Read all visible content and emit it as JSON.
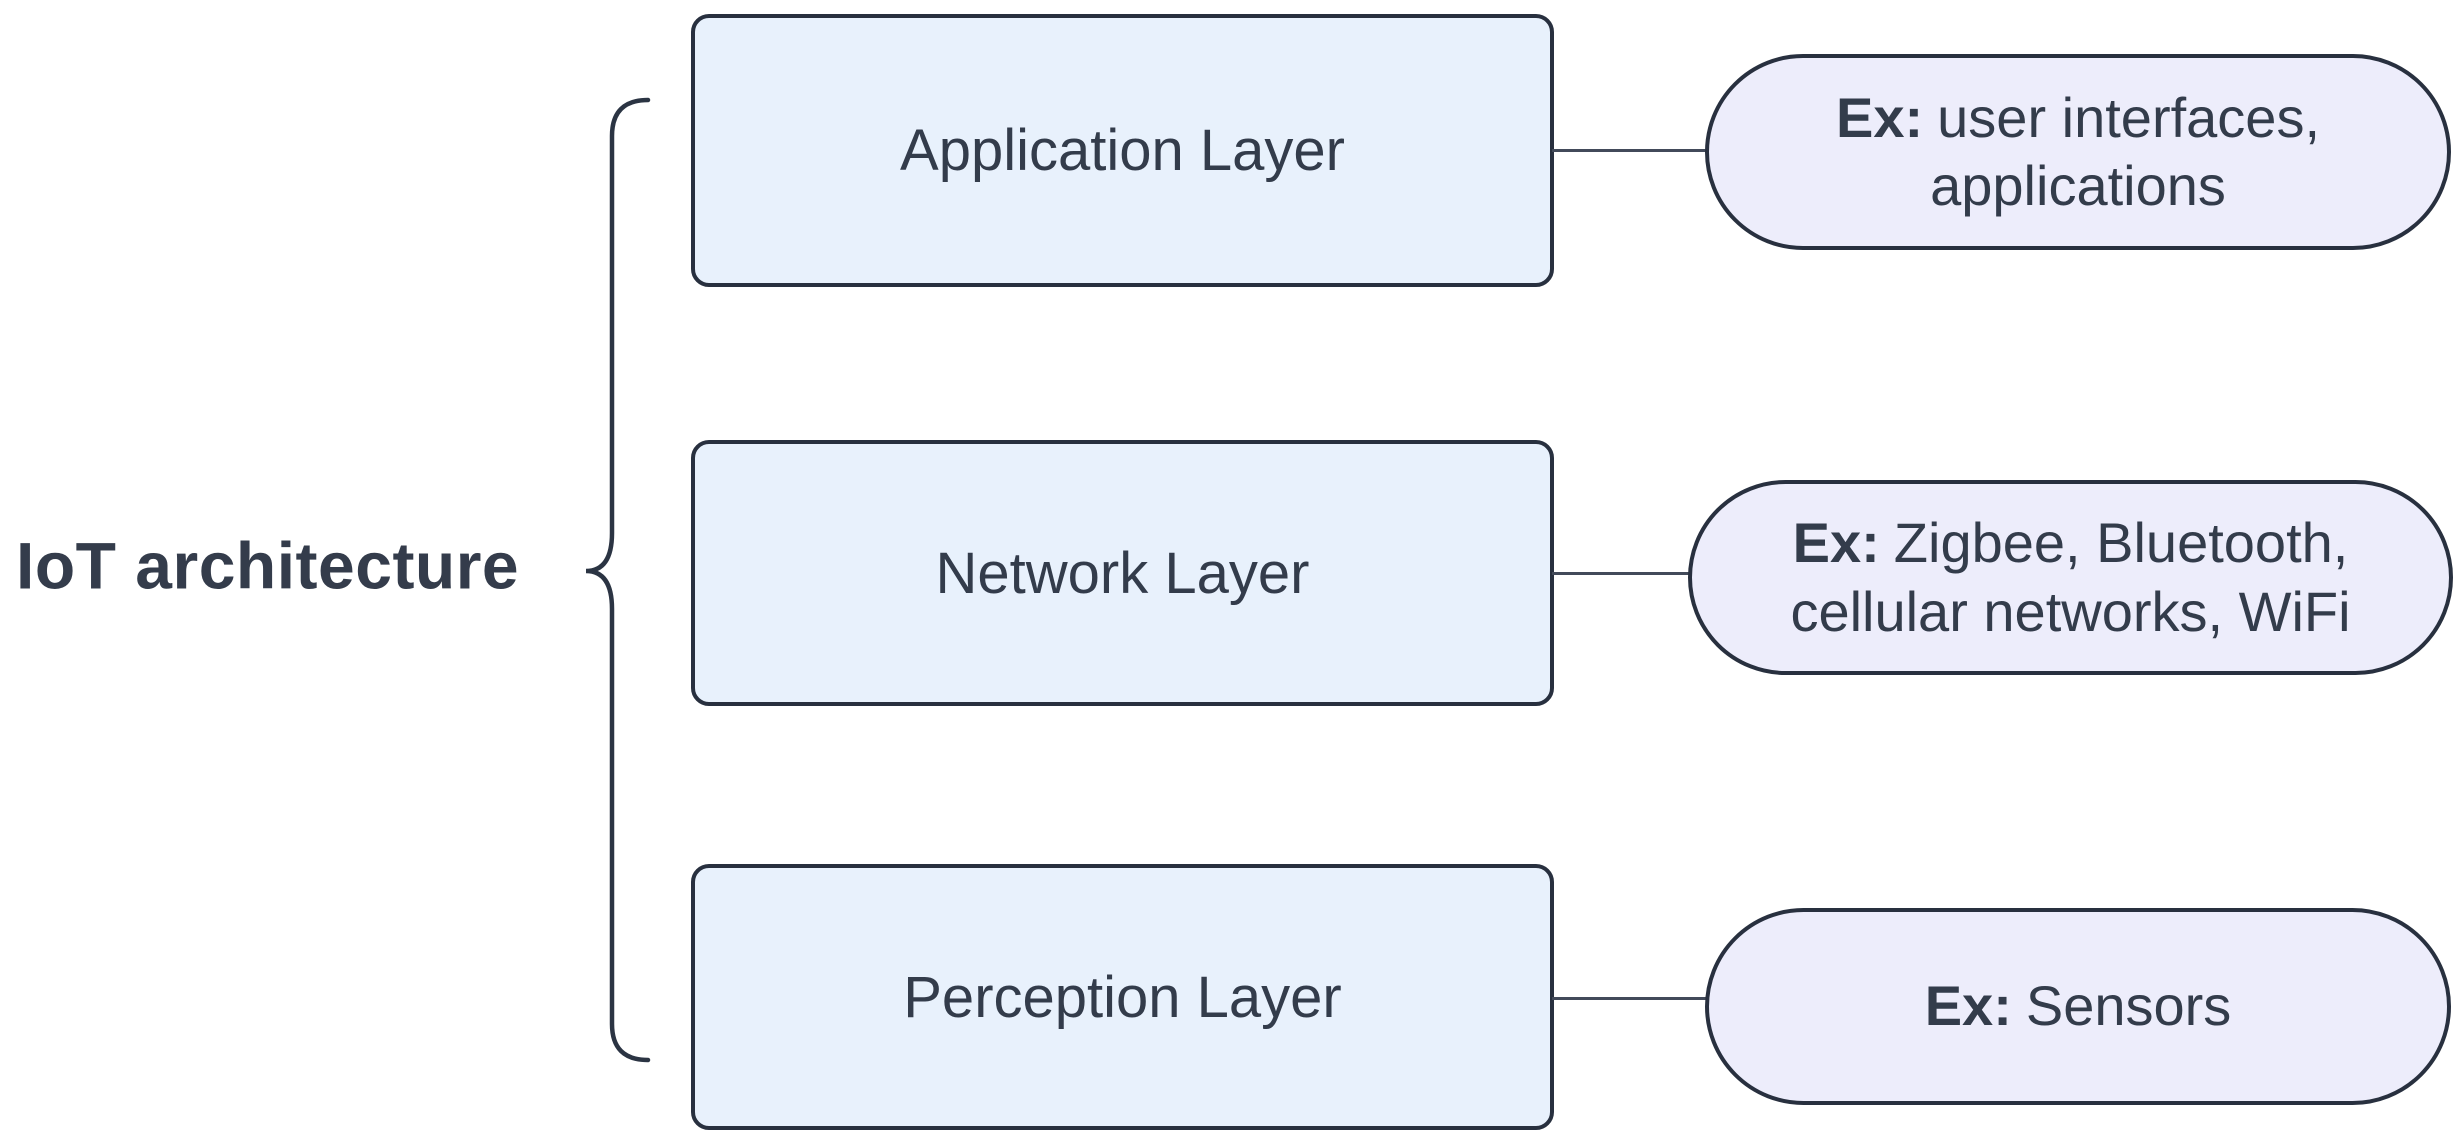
{
  "diagram": {
    "title": "IoT architecture",
    "rows": [
      {
        "layer": "Application Layer",
        "example_prefix": "Ex:",
        "example_text": "user interfaces, applications"
      },
      {
        "layer": "Network Layer",
        "example_prefix": "Ex:",
        "example_text": "Zigbee, Bluetooth, cellular networks, WiFi"
      },
      {
        "layer": "Perception Layer",
        "example_prefix": "Ex:",
        "example_text": "Sensors"
      }
    ],
    "colors": {
      "background": "#ffffff",
      "layer_box_fill": "#e8f1fc",
      "example_pill_fill": "#ededfb",
      "outline": "#28303f",
      "text": "#333c4b",
      "title_text": "#343c4b",
      "connector_line": "#424a5a",
      "brace": "#2b3443"
    }
  }
}
